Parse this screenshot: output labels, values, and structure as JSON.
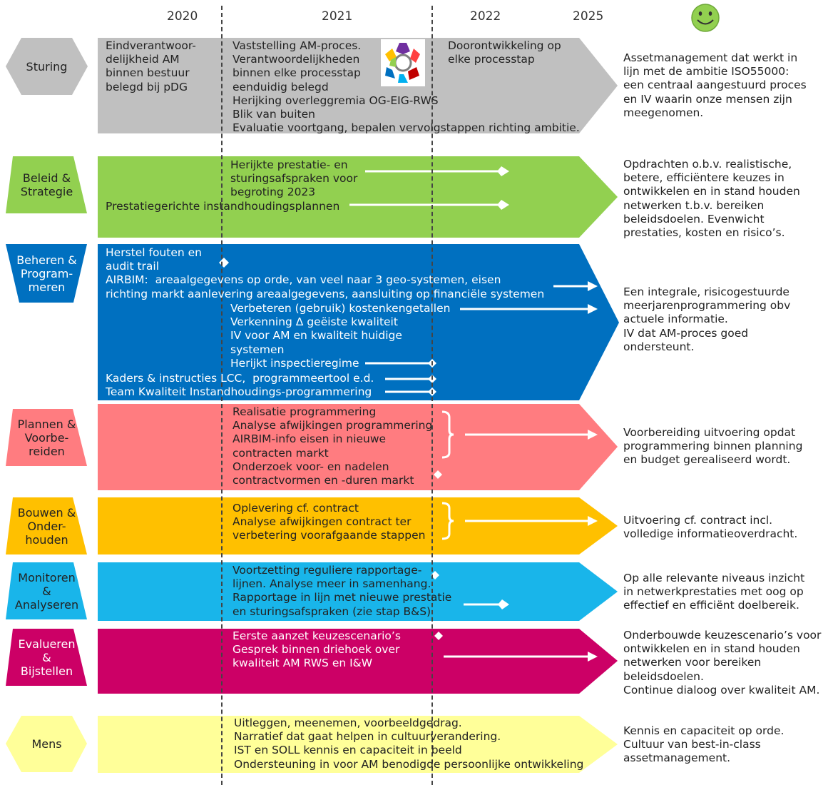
{
  "years": [
    "2020",
    "2021",
    "2022",
    "2025"
  ],
  "colors": {
    "sturing": "#c0c0c0",
    "beleid": "#92d050",
    "beheren": "#0070c0",
    "plannen": "#ff7c80",
    "bouwen": "#ffc000",
    "monitoren": "#19b5ea",
    "evalueren": "#cc0066",
    "mens": "#ffff99"
  },
  "smiley_icon": "smiley-face",
  "rows": [
    {
      "label": "Sturing",
      "texts": [
        "Eindverantwoor-\ndelijkheid AM\nbinnen bestuur\nbelegd bij pDG",
        "Vaststelling AM-proces.\nVerantwoordelijkheden\nbinnen elke processtap\neenduidig belegd\nHerijking overleggremia OG-EIG-RWS\nBlik van buiten\nEvaluatie voortgang, bepalen vervolgstappen richting ambitie.",
        "Doorontwikkeling op\nelke processtap"
      ],
      "goal": "Assetmanagement dat werkt in\nlijn met de ambitie ISO55000:\neen centraal aangestuurd proces\nen IV waarin onze mensen zijn\nmeegenomen."
    },
    {
      "label": "Beleid &\nStrategie",
      "texts": [
        "Herijkte prestatie- en\nsturingsafspraken voor\nbegroting 2023",
        "Prestatiegerichte instandhoudingsplannen"
      ],
      "goal": "Opdrachten o.b.v. realistische,\nbetere, efficiëntere keuzes in\nontwikkelen en in stand houden\nnetwerken t.b.v. bereiken\nbeleidsdoelen. Evenwicht\nprestaties, kosten en risico’s."
    },
    {
      "label": "Beheren &\nProgram-\nmeren",
      "texts": [
        "Herstel fouten en\naudit trail\nAIRBIM:  areaalgegevens op orde, van veel naar 3 geo-systemen, eisen\nrichting markt aanlevering areaalgegevens, aansluiting op financiële systemen",
        "Verbeteren (gebruik) kostenkengetallen\nVerkenning Δ geëiste kwaliteit\nIV voor AM en kwaliteit huidige\nsystemen\nHerijkt inspectieregime",
        "Kaders & instructies LCC,  programmeertool e.d.\nTeam Kwaliteit Instandhoudings-programmering"
      ],
      "goal": "Een integrale, risicogestuurde\nmeerjarenprogrammering obv\nactuele informatie.\nIV dat AM-proces goed\nondersteunt."
    },
    {
      "label": "Plannen &\nVoorbe-\nreiden",
      "texts": [
        "Realisatie programmering\nAnalyse afwijkingen programmering\nAIRBIM-info eisen in nieuwe\ncontracten markt\nOnderzoek voor- en nadelen\ncontractvormen en -duren markt"
      ],
      "goal": "Voorbereiding uitvoering opdat\nprogrammering binnen planning\nen budget gerealiseerd wordt."
    },
    {
      "label": "Bouwen &\nOnder-\nhouden",
      "texts": [
        "Oplevering cf. contract\nAnalyse afwijkingen contract ter\nverbetering voorafgaande stappen"
      ],
      "goal": "Uitvoering cf. contract incl.\nvolledige informatieoverdracht."
    },
    {
      "label": "Monitoren\n&\nAnalyseren",
      "texts": [
        "Voortzetting reguliere rapportage-\nlijnen. Analyse meer in samenhang.\nRapportage in lijn met nieuwe prestatie\nen sturingsafspraken (zie stap B&S)"
      ],
      "goal": "Op alle relevante niveaus inzicht\nin netwerkprestaties met oog op\neffectief en efficiënt doelbereik."
    },
    {
      "label": "Evalueren\n&\nBijstellen",
      "texts": [
        "Eerste aanzet keuzescenario’s\nGesprek binnen driehoek over\nkwaliteit AM RWS en I&W"
      ],
      "goal": "Onderbouwde keuzescenario’s voor\nontwikkelen en in stand houden\nnetwerken voor bereiken\nbeleidsdoelen.\nContinue dialoog over kwaliteit AM."
    },
    {
      "label": "Mens",
      "texts": [
        "Uitleggen, meenemen, voorbeeldgedrag.\nNarratief dat gaat helpen in cultuurverandering.\nIST en SOLL kennis en capaciteit in beeld\nOndersteuning in voor AM benodigde persoonlijke ontwikkeling"
      ],
      "goal": "Kennis en capaciteit op orde.\nCultuur van best-in-class\nassetmanagement."
    }
  ]
}
